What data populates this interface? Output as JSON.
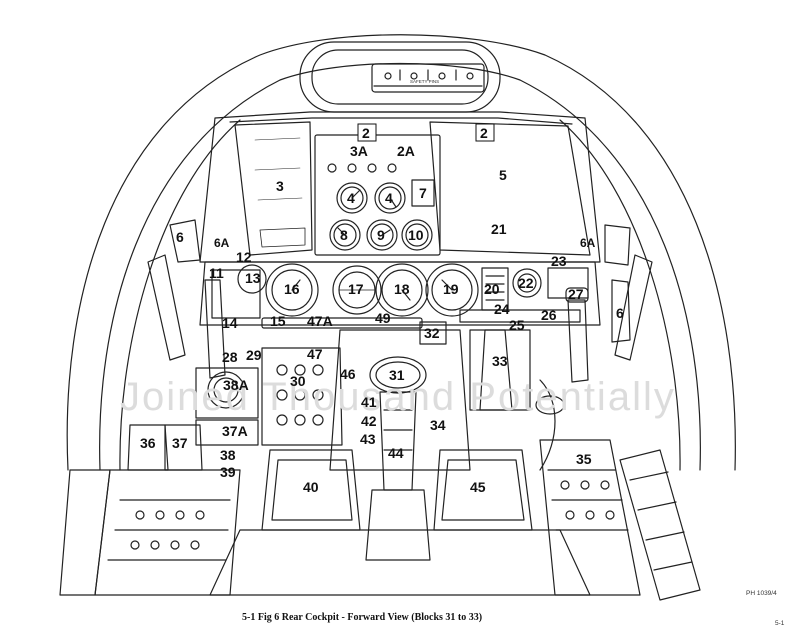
{
  "figure": {
    "caption_number": "5-1 Fig 6",
    "caption_title": "Rear Cockpit - Forward View (Blocks 31 to 33)",
    "drawing_code": "PH 1039/4",
    "page_number": "5-1",
    "watermark": "Joined Thousand Potentially"
  },
  "placard": {
    "line1": "SAFETY PINS"
  },
  "callouts": {
    "c2a": "2",
    "c2b": "2",
    "c3a": "3A",
    "c2a2": "2A",
    "c3": "3",
    "c5": "5",
    "c4a": "4",
    "c4b": "4",
    "c7": "7",
    "c8": "8",
    "c9": "9",
    "c10": "10",
    "c21": "21",
    "c6a": "6",
    "c6b": "6",
    "c6aa": "6A",
    "c6ab": "6A",
    "c12": "12",
    "c11": "11",
    "c13": "13",
    "c16": "16",
    "c17": "17",
    "c18": "18",
    "c19": "19",
    "c20": "20",
    "c22": "22",
    "c23": "23",
    "c27": "27",
    "c24": "24",
    "c25": "25",
    "c26": "26",
    "c14": "14",
    "c15": "15",
    "c47a": "47A",
    "c49": "49",
    "c32": "32",
    "c28": "28",
    "c29": "29",
    "c47": "47",
    "c33": "33",
    "c38a": "38A",
    "c30": "30",
    "c46": "46",
    "c31": "31",
    "c41": "41",
    "c42": "42",
    "c43": "43",
    "c34": "34",
    "c37a": "37A",
    "c36": "36",
    "c37": "37",
    "c38": "38",
    "c39": "39",
    "c44": "44",
    "c35": "35",
    "c40": "40",
    "c45": "45"
  }
}
